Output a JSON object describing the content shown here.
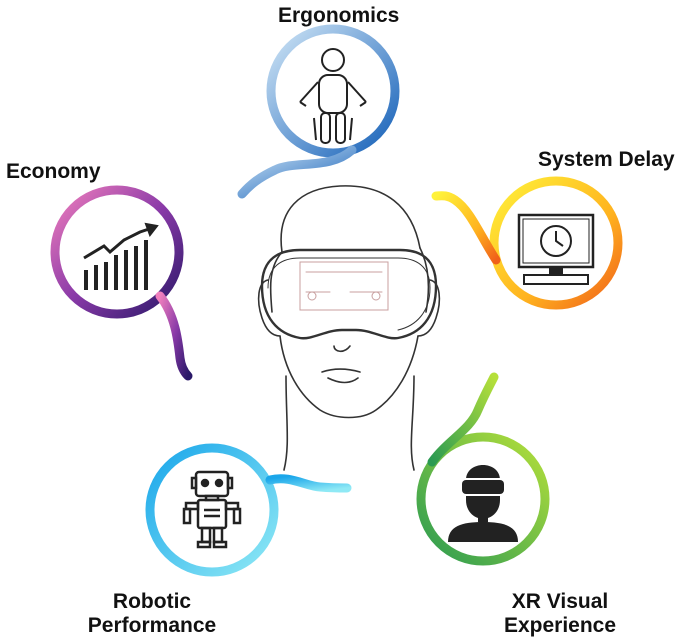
{
  "factors": {
    "ergonomics": {
      "label": "Ergonomics",
      "icon": "human-body-icon",
      "gradient": [
        "#bcdaf0",
        "#1f6fc0"
      ]
    },
    "system_delay": {
      "label": "System Delay",
      "icon": "computer-clock-icon",
      "gradient": [
        "#ffef3c",
        "#f27a1a"
      ]
    },
    "economy": {
      "label": "Economy",
      "icon": "growth-chart-icon",
      "gradient": [
        "#e871b6",
        "#2b1a6e"
      ]
    },
    "robotic_performance": {
      "label_line1": "Robotic",
      "label_line2": "Performance",
      "icon": "robot-icon",
      "gradient": [
        "#3bb7ef",
        "#7de3f6"
      ]
    },
    "xr_visual": {
      "label_line1": "XR Visual",
      "label_line2": "Experience",
      "icon": "vr-headset-user-icon",
      "gradient": [
        "#aedc3c",
        "#2e9a4e"
      ]
    }
  },
  "center": {
    "icon": "face-with-vr-headset-icon"
  }
}
